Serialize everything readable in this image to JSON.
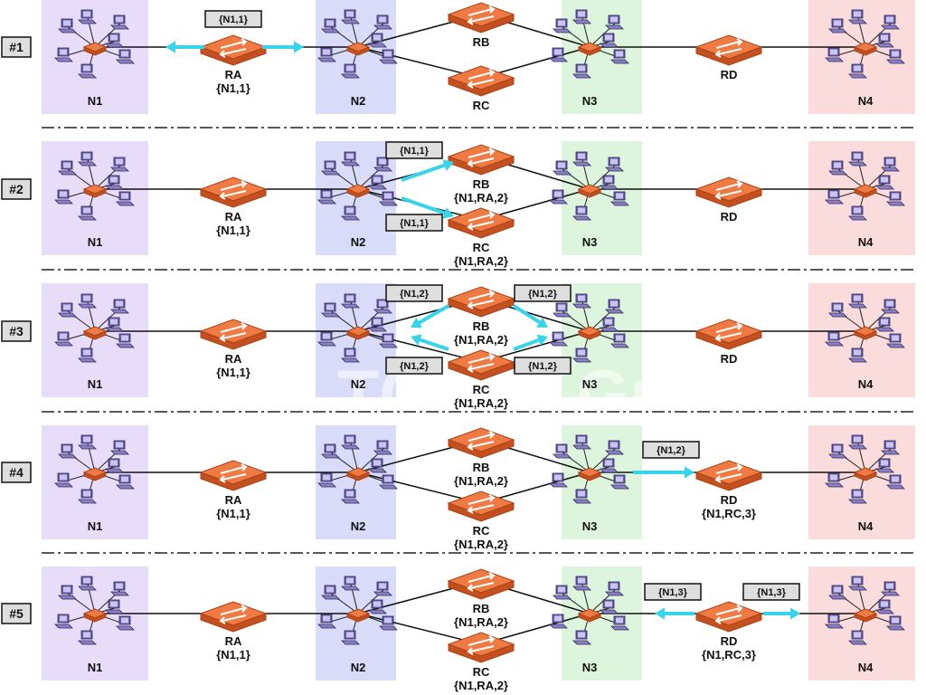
{
  "watermark": "The TCP/IP Guide",
  "colors": {
    "n1_bg": "#e8ddf8",
    "n2_bg": "#d9dcf8",
    "n3_bg": "#dcf5dc",
    "n4_bg": "#fadcdc",
    "router": "#f07a44",
    "router_dark": "#c4501f",
    "computer": "#6a5fa6",
    "arrow": "#39d4ea",
    "message_bg": "#dedede",
    "link": "#111111",
    "separator": "#222222"
  },
  "networks": {
    "n1": "N1",
    "n2": "N2",
    "n3": "N3",
    "n4": "N4"
  },
  "routers": {
    "ra": "RA",
    "rb": "RB",
    "rc": "RC",
    "rd": "RD"
  },
  "steps": [
    {
      "id": "#1",
      "tables": {
        "ra": "{N1,1}",
        "rb": "",
        "rc": "",
        "rd": ""
      },
      "messages": [
        {
          "text": "{N1,1}",
          "where": "above-ra"
        }
      ],
      "arrows": [
        "ra-to-n1",
        "ra-to-n2"
      ]
    },
    {
      "id": "#2",
      "tables": {
        "ra": "{N1,1}",
        "rb": "{N1,RA,2}",
        "rc": "{N1,RA,2}",
        "rd": ""
      },
      "messages": [
        {
          "text": "{N1,1}",
          "where": "n2-to-rb"
        },
        {
          "text": "{N1,1}",
          "where": "n2-to-rc"
        }
      ],
      "arrows": [
        "n2-to-rb",
        "n2-to-rc"
      ]
    },
    {
      "id": "#3",
      "tables": {
        "ra": "{N1,1}",
        "rb": "{N1,RA,2}",
        "rc": "{N1,RA,2}",
        "rd": ""
      },
      "messages": [
        {
          "text": "{N1,2}",
          "where": "rb-to-n2"
        },
        {
          "text": "{N1,2}",
          "where": "rb-to-n3"
        },
        {
          "text": "{N1,2}",
          "where": "rc-to-n2"
        },
        {
          "text": "{N1,2}",
          "where": "rc-to-n3"
        }
      ],
      "arrows": [
        "rb-to-n2",
        "rb-to-n3",
        "rc-to-n2",
        "rc-to-n3"
      ]
    },
    {
      "id": "#4",
      "tables": {
        "ra": "{N1,1}",
        "rb": "{N1,RA,2}",
        "rc": "{N1,RA,2}",
        "rd": "{N1,RC,3}"
      },
      "messages": [
        {
          "text": "{N1,2}",
          "where": "n3-to-rd"
        }
      ],
      "arrows": [
        "n3-to-rd"
      ]
    },
    {
      "id": "#5",
      "tables": {
        "ra": "{N1,1}",
        "rb": "{N1,RA,2}",
        "rc": "{N1,RA,2}",
        "rd": "{N1,RC,3}"
      },
      "messages": [
        {
          "text": "{N1,3}",
          "where": "rd-to-n3"
        },
        {
          "text": "{N1,3}",
          "where": "rd-to-n4"
        }
      ],
      "arrows": [
        "rd-to-n3",
        "rd-to-n4"
      ]
    }
  ]
}
